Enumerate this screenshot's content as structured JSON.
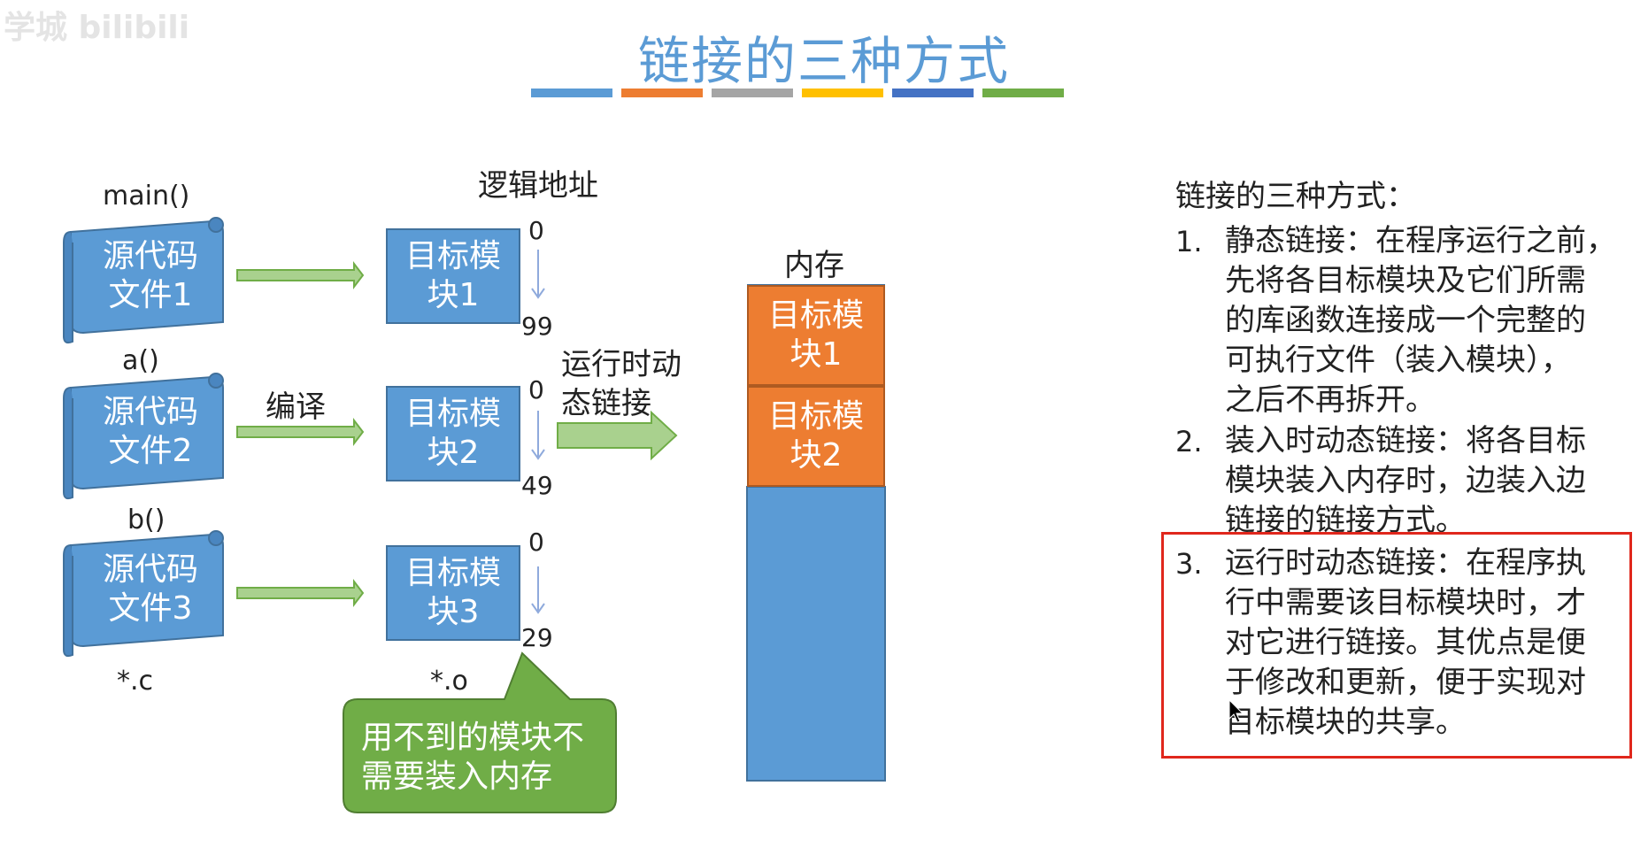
{
  "watermark": "学城 bilibili",
  "title": "链接的三种方式",
  "title_bar_colors": [
    "#5b9bd5",
    "#ed7d31",
    "#a5a5a5",
    "#ffc000",
    "#4472c4",
    "#70ad47"
  ],
  "diagram": {
    "sources": [
      {
        "func": "main()",
        "text": [
          "源代码",
          "文件1"
        ]
      },
      {
        "func": "a()",
        "text": [
          "源代码",
          "文件2"
        ]
      },
      {
        "func": "b()",
        "text": [
          "源代码",
          "文件3"
        ]
      }
    ],
    "source_ext": "*.c",
    "compile_label": "编译",
    "logical_address_label": "逻辑地址",
    "modules": [
      {
        "text": [
          "目标模",
          "块1"
        ],
        "start": "0",
        "end": "99"
      },
      {
        "text": [
          "目标模",
          "块2"
        ],
        "start": "0",
        "end": "49"
      },
      {
        "text": [
          "目标模",
          "块3"
        ],
        "start": "0",
        "end": "29"
      }
    ],
    "module_ext": "*.o",
    "link_label": [
      "运行时动",
      "态链接"
    ],
    "memory_label": "内存",
    "memory_blocks": [
      {
        "text": [
          "目标模",
          "块1"
        ]
      },
      {
        "text": [
          "目标模",
          "块2"
        ]
      }
    ],
    "callout": [
      "用不到的模块不",
      "需要装入内存"
    ]
  },
  "notes": {
    "heading": "链接的三种方式：",
    "items": [
      {
        "num": "1.",
        "lines": [
          "静态链接：在程序运行之前，",
          "先将各目标模块及它们所需",
          "的库函数连接成一个完整的",
          "可执行文件（装入模块），",
          "之后不再拆开。"
        ]
      },
      {
        "num": "2.",
        "lines": [
          "装入时动态链接：将各目标",
          "模块装入内存时，边装入边",
          "链接的链接方式。"
        ]
      },
      {
        "num": "3.",
        "lines": [
          "运行时动态链接：在程序执",
          "行中需要该目标模块时，才",
          "对它进行链接。其优点是便",
          "于修改和更新，便于实现对",
          "目标模块的共享。"
        ]
      }
    ]
  }
}
